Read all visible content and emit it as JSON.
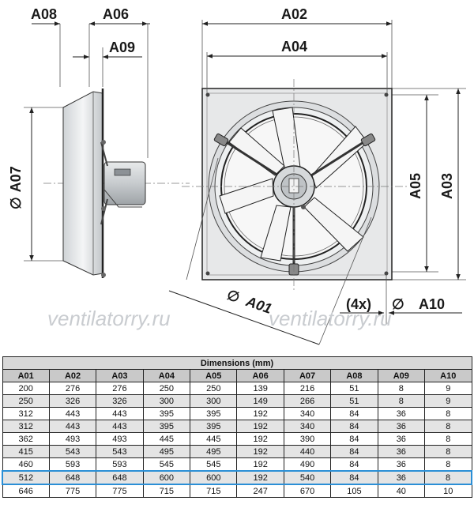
{
  "drawing": {
    "side_view": {
      "labels": {
        "a08": "A08",
        "a06": "A06",
        "a09": "A09",
        "a07": "A07",
        "diameter_symbol": "∅"
      }
    },
    "front_view": {
      "labels": {
        "a02": "A02",
        "a04": "A04",
        "a05": "A05",
        "a03": "A03",
        "a01": "A01",
        "a10": "A10",
        "qty": "(4x)",
        "diameter_symbol": "∅"
      }
    },
    "watermarks": [
      "ventilatorry.ru",
      "ventilatorry.ru"
    ]
  },
  "table": {
    "title": "Dimensions (mm)",
    "columns": [
      "A01",
      "A02",
      "A03",
      "A04",
      "A05",
      "A06",
      "A07",
      "A08",
      "A09",
      "A10"
    ],
    "highlight_row": 7,
    "rows": [
      [
        "200",
        "276",
        "276",
        "250",
        "250",
        "139",
        "216",
        "51",
        "8",
        "9"
      ],
      [
        "250",
        "326",
        "326",
        "300",
        "300",
        "149",
        "266",
        "51",
        "8",
        "9"
      ],
      [
        "312",
        "443",
        "443",
        "395",
        "395",
        "192",
        "340",
        "84",
        "36",
        "8"
      ],
      [
        "312",
        "443",
        "443",
        "395",
        "395",
        "192",
        "340",
        "84",
        "36",
        "8"
      ],
      [
        "362",
        "493",
        "493",
        "445",
        "445",
        "192",
        "390",
        "84",
        "36",
        "8"
      ],
      [
        "415",
        "543",
        "543",
        "495",
        "495",
        "192",
        "440",
        "84",
        "36",
        "8"
      ],
      [
        "460",
        "593",
        "593",
        "545",
        "545",
        "192",
        "490",
        "84",
        "36",
        "8"
      ],
      [
        "512",
        "648",
        "648",
        "600",
        "600",
        "192",
        "540",
        "84",
        "36",
        "8"
      ],
      [
        "646",
        "775",
        "775",
        "715",
        "715",
        "247",
        "670",
        "105",
        "40",
        "10"
      ]
    ]
  }
}
